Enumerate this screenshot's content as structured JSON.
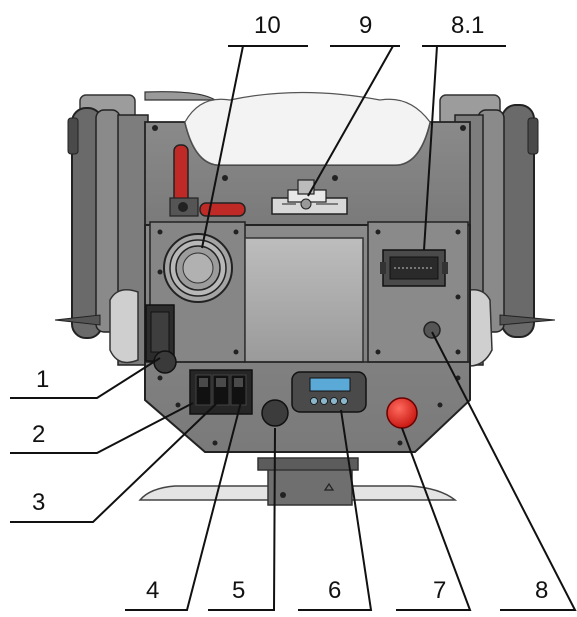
{
  "callouts": [
    {
      "id": "1",
      "label": "1"
    },
    {
      "id": "2",
      "label": "2"
    },
    {
      "id": "3",
      "label": "3"
    },
    {
      "id": "4",
      "label": "4"
    },
    {
      "id": "5",
      "label": "5"
    },
    {
      "id": "6",
      "label": "6"
    },
    {
      "id": "7",
      "label": "7"
    },
    {
      "id": "8",
      "label": "8"
    },
    {
      "id": "8.1",
      "label": "8.1"
    },
    {
      "id": "9",
      "label": "9"
    },
    {
      "id": "10",
      "label": "10"
    }
  ],
  "colors": {
    "panel": "#8e8e8e",
    "panel_dark": "#6f6f6f",
    "wheel": "#5f5f5f",
    "emergency_stop": "#e0211b",
    "handle": "#c02a26",
    "display": "#5aa9d6",
    "lines": "#111111"
  }
}
